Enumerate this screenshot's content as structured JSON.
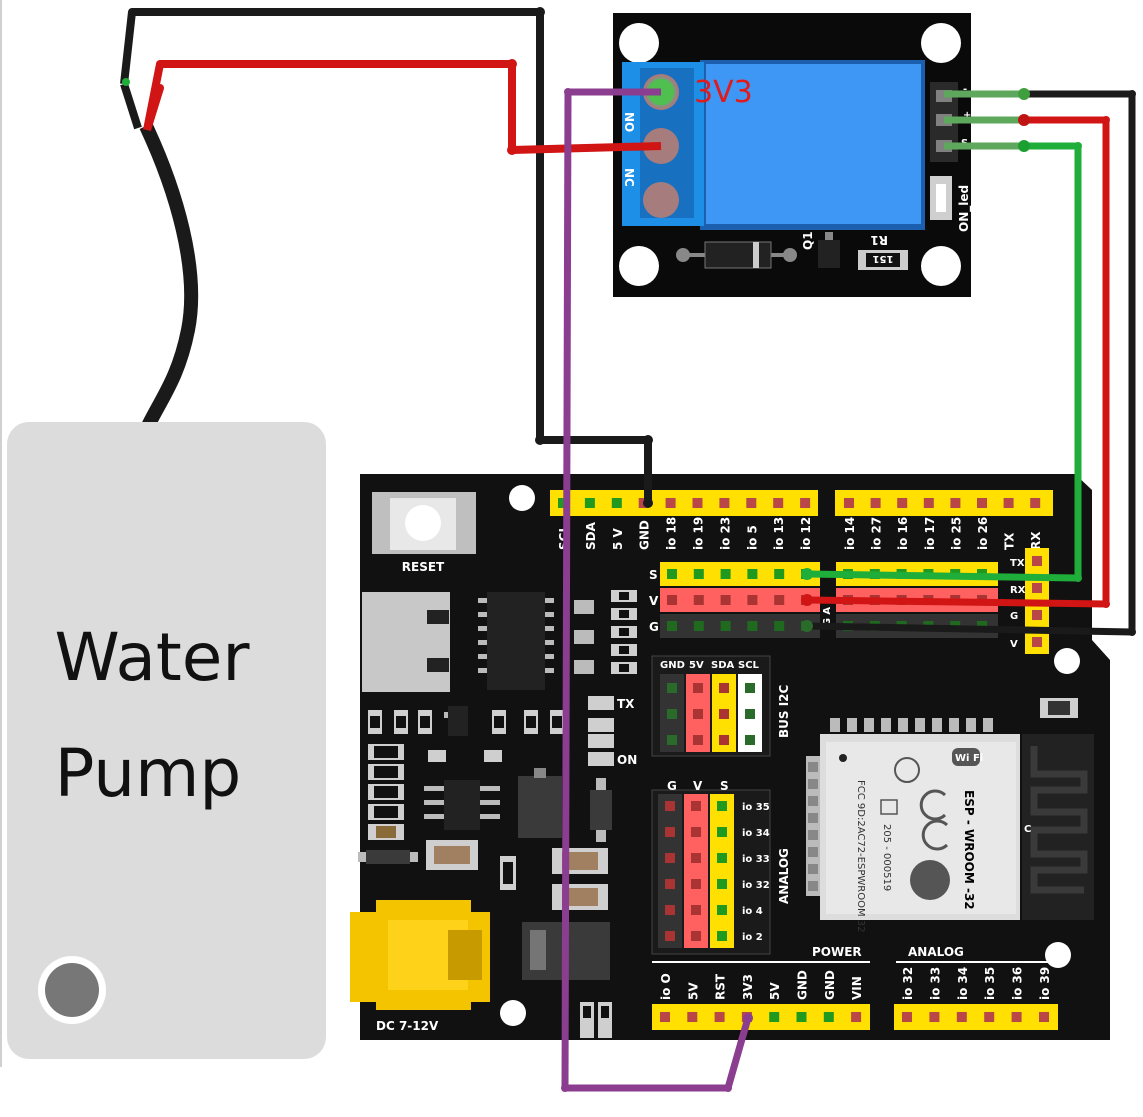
{
  "pump": {
    "label_line1": "Water",
    "label_line2": "Pump"
  },
  "relay": {
    "voltage_label": "3V3",
    "terminal_no": "NO",
    "terminal_nc": "NC",
    "pin_minus": "-",
    "pin_plus": "+",
    "pin_s": "S",
    "led_label": "ON_led",
    "transistor_label": "Q1",
    "resistor_label": "R1",
    "resistor_code": "151"
  },
  "board": {
    "reset_label": "RESET",
    "dc_label": "DC 7-12V",
    "tx_led_label": "TX",
    "on_led_label": "ON",
    "top_headers_left": [
      "SCL",
      "SDA",
      "5 V",
      "GND",
      "io 18",
      "io 19",
      "io 23",
      "io 5",
      "io 13",
      "io 12"
    ],
    "top_headers_right": [
      "io 14",
      "io 27",
      "io 16",
      "io 17",
      "io 25",
      "io 26",
      "TX",
      "RX"
    ],
    "svg_rows": [
      "S",
      "V",
      "G"
    ],
    "uart_rows": [
      "TX",
      "RX",
      "G",
      "V"
    ],
    "i2c_title": "BUS I2C",
    "i2c_headers": [
      "GND",
      "5V",
      "SDA",
      "SCL"
    ],
    "analog_block_title": "ANALOG",
    "analog_headers": [
      "G",
      "V",
      "S"
    ],
    "analog_pins": [
      "io 35",
      "io 34",
      "io 33",
      "io 32",
      "io 4",
      "io 2"
    ],
    "power_title": "POWER",
    "analog_title": "ANALOG",
    "bottom_power_pins": [
      "io O",
      "5V",
      "RST",
      "3V3",
      "5V",
      "GND",
      "GND",
      "VIN"
    ],
    "bottom_analog_pins": [
      "io 32",
      "io 33",
      "io 34",
      "io 35",
      "io 36",
      "io 39"
    ],
    "esp_label": "ESP - WROOM -32",
    "esp_fcc": "FCC 9D:2AC72-ESPWROOM 32",
    "esp_code": "205 - 000519",
    "esp_wifi": "Wi Fi",
    "esp_c": "C"
  },
  "colors": {
    "wire_black": "#1a1a1a",
    "wire_red": "#d11414",
    "wire_green": "#1fae3a",
    "wire_purple": "#8b3d8f",
    "board": "#111111",
    "header_yellow": "#ffe000",
    "header_red": "#ff6060",
    "relay_blue": "#2f8df0",
    "terminal_blue": "#1e8fe6"
  }
}
